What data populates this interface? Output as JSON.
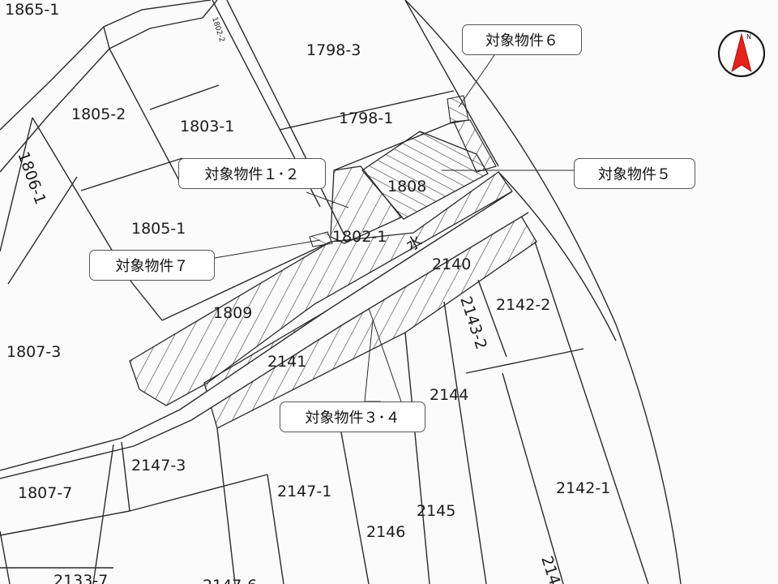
{
  "callouts": {
    "c6": "対象物件６",
    "c12": "対象物件１･２",
    "c5": "対象物件５",
    "c7": "対象物件７",
    "c34": "対象物件３･４"
  },
  "parcels": {
    "p1865_1": "1865-1",
    "p1798_3": "1798-3",
    "p1805_2": "1805-2",
    "p1803_1": "1803-1",
    "p1798_1": "1798-1",
    "p1806_1": "1806-1",
    "p1802_2": "1802-2",
    "p1808": "1808",
    "p1805_1": "1805-1",
    "p1802_1": "1802-1",
    "p2140": "2140",
    "p2142_2": "2142-2",
    "p2143_2": "2143-2",
    "p1809": "1809",
    "p1807_3": "1807-3",
    "p2141": "2141",
    "p2144": "2144",
    "p2147_3": "2147-3",
    "p1807_7": "1807-7",
    "p2147_1": "2147-1",
    "p2145": "2145",
    "p2142_1": "2142-1",
    "p2146": "2146",
    "p2133_7": "2133-7",
    "p2147_6": "2147-6",
    "p214x": "214",
    "water": "水"
  },
  "compass": {
    "letter": "N",
    "accent_color": "#e8211a"
  },
  "colors": {
    "line": "#2a2a2a",
    "hatch": "#3a3a3a",
    "callout_border": "#555555"
  }
}
